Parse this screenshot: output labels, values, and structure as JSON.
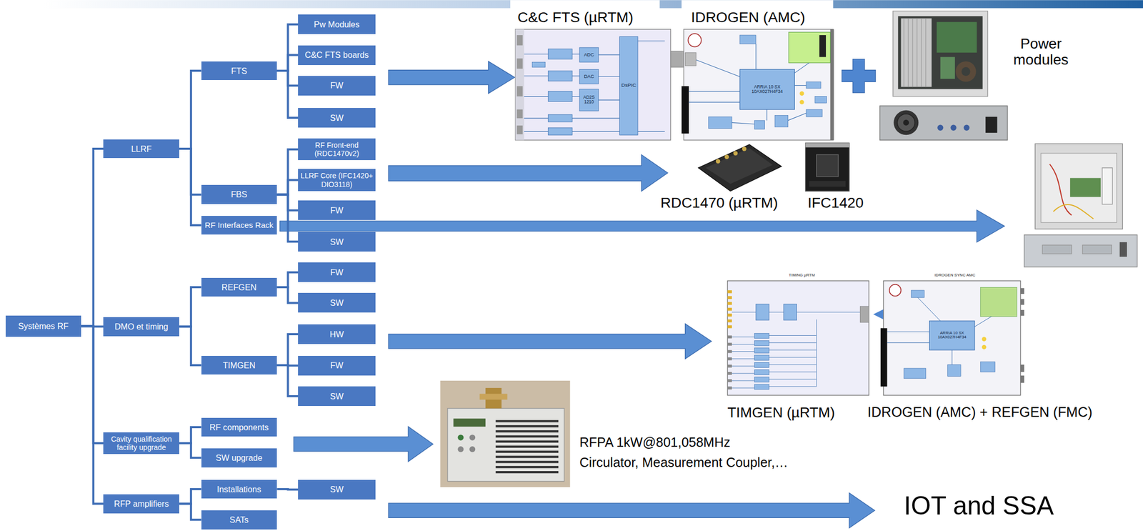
{
  "diagram": {
    "nodes": [
      {
        "text": [
          "Systèmes RF"
        ]
      },
      {
        "text": [
          "LLRF"
        ]
      },
      {
        "text": [
          "FTS"
        ]
      },
      {
        "text": [
          "Pw Modules"
        ]
      },
      {
        "text": [
          "C&C FTS boards"
        ]
      },
      {
        "text": [
          "FW"
        ]
      },
      {
        "text": [
          "SW"
        ]
      },
      {
        "text": [
          "FBS"
        ]
      },
      {
        "text": [
          "RF Front-end (RDC1470v2)"
        ]
      },
      {
        "text": [
          "LLRF Core (IFC1420+ DIO3118)"
        ]
      },
      {
        "text": [
          "FW"
        ]
      },
      {
        "text": [
          "SW"
        ]
      },
      {
        "text": [
          "RF Interfaces Rack"
        ]
      },
      {
        "text": [
          "DMO et timing"
        ]
      },
      {
        "text": [
          "REFGEN"
        ]
      },
      {
        "text": [
          "FW"
        ]
      },
      {
        "text": [
          "SW"
        ]
      },
      {
        "text": [
          "TIMGEN"
        ]
      },
      {
        "text": [
          "HW"
        ]
      },
      {
        "text": [
          "FW"
        ]
      },
      {
        "text": [
          "SW"
        ]
      },
      {
        "text": [
          "Cavity qualification facility upgrade"
        ]
      },
      {
        "text": [
          "RF components"
        ]
      },
      {
        "text": [
          "SW upgrade"
        ]
      },
      {
        "text": [
          "RFP amplifiers"
        ]
      },
      {
        "text": [
          "Installations"
        ]
      },
      {
        "text": [
          "SW"
        ]
      },
      {
        "text": [
          "SATs"
        ]
      }
    ],
    "edges": [
      {
        "from": 0,
        "to": 1,
        "arrow": "none"
      },
      {
        "from": 0,
        "to": 13,
        "arrow": "none"
      },
      {
        "from": 0,
        "to": 21,
        "arrow": "none"
      },
      {
        "from": 0,
        "to": 24,
        "arrow": "none"
      },
      {
        "from": 1,
        "to": 2,
        "arrow": "none"
      },
      {
        "from": 1,
        "to": 7,
        "arrow": "none"
      },
      {
        "from": 1,
        "to": 12,
        "arrow": "none"
      },
      {
        "from": 2,
        "to": 3,
        "arrow": "none"
      },
      {
        "from": 2,
        "to": 4,
        "arrow": "none"
      },
      {
        "from": 2,
        "to": 5,
        "arrow": "none"
      },
      {
        "from": 2,
        "to": 6,
        "arrow": "none"
      },
      {
        "from": 7,
        "to": 8,
        "arrow": "none"
      },
      {
        "from": 7,
        "to": 9,
        "arrow": "none"
      },
      {
        "from": 7,
        "to": 10,
        "arrow": "none"
      },
      {
        "from": 7,
        "to": 11,
        "arrow": "none"
      },
      {
        "from": 13,
        "to": 14,
        "arrow": "none"
      },
      {
        "from": 13,
        "to": 17,
        "arrow": "none"
      },
      {
        "from": 14,
        "to": 15,
        "arrow": "none"
      },
      {
        "from": 14,
        "to": 16,
        "arrow": "none"
      },
      {
        "from": 17,
        "to": 18,
        "arrow": "none"
      },
      {
        "from": 17,
        "to": 19,
        "arrow": "none"
      },
      {
        "from": 17,
        "to": 20,
        "arrow": "none"
      },
      {
        "from": 21,
        "to": 22,
        "arrow": "none"
      },
      {
        "from": 21,
        "to": 23,
        "arrow": "none"
      },
      {
        "from": 24,
        "to": 25,
        "arrow": "none"
      },
      {
        "from": 24,
        "to": 27,
        "arrow": "none"
      },
      {
        "from": 25,
        "to": 26,
        "arrow": "none"
      }
    ],
    "labels": [
      "C&C FTS (µRTM)",
      "IDROGEN (AMC)",
      "Power modules",
      "ADC",
      "DAC",
      "AD2S 1210",
      "DsPIC",
      "ARRIA 10 SX 10AX027H4F34",
      "TIMING µRTM",
      "IDROGEN SYNC AMC",
      "ARRIA 10 SX 10AX027H4F34",
      "RDC1470 (µRTM)",
      "IFC1420",
      "TIMGEN (µRTM)",
      "IDROGEN (AMC) + REFGEN (FMC)",
      "RFPA 1kW@801,058MHz",
      "Circulator, Measurement Coupler,…",
      "IOT and SSA"
    ]
  }
}
